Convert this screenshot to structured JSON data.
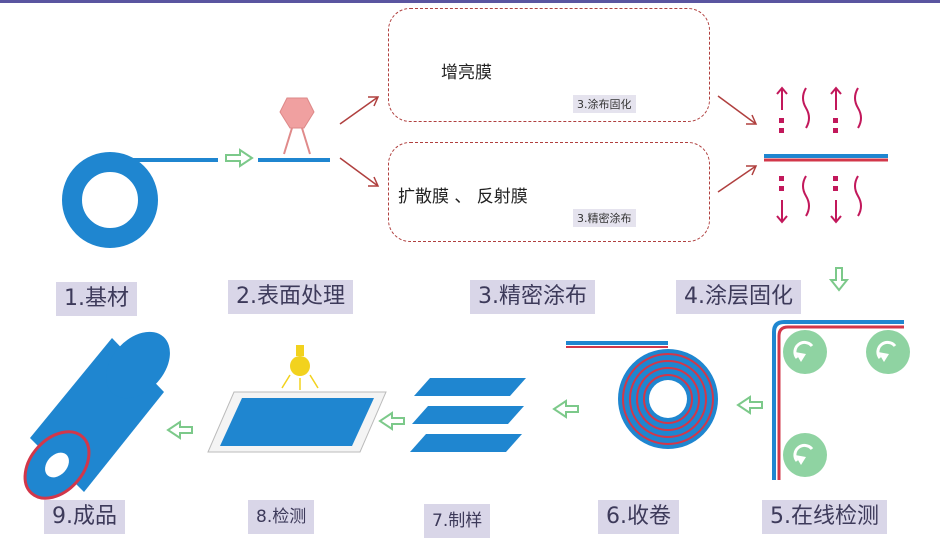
{
  "steps": [
    {
      "label": "1.基材"
    },
    {
      "label": "2.表面处理"
    },
    {
      "label": "3.精密涂布"
    },
    {
      "label": "4.涂层固化"
    },
    {
      "label": "5.在线检测"
    },
    {
      "label": "6.收卷"
    },
    {
      "label": "7.制样"
    },
    {
      "label": "8.检测"
    },
    {
      "label": "9.成品"
    }
  ],
  "branches": {
    "top": {
      "film": "增亮膜",
      "caption": "3.涂布固化"
    },
    "bottom": {
      "film": "扩散膜 、 反射膜",
      "caption": "3.精密涂布"
    }
  },
  "colors": {
    "film_blue": "#1f86d0",
    "film_red": "#d2374a",
    "arrow_green": "#7cc98a",
    "label_bg": "#d9d6e8",
    "roller_green": "#8fd3a2",
    "dashed_border": "#b0403f",
    "cure_magenta": "#c2185b"
  },
  "icons": {
    "arrow": "hollow-green-arrow",
    "nozzle": "pink-nozzle-icon",
    "lamp": "yellow-lamp-icon",
    "roller": "green-roller-icon"
  }
}
